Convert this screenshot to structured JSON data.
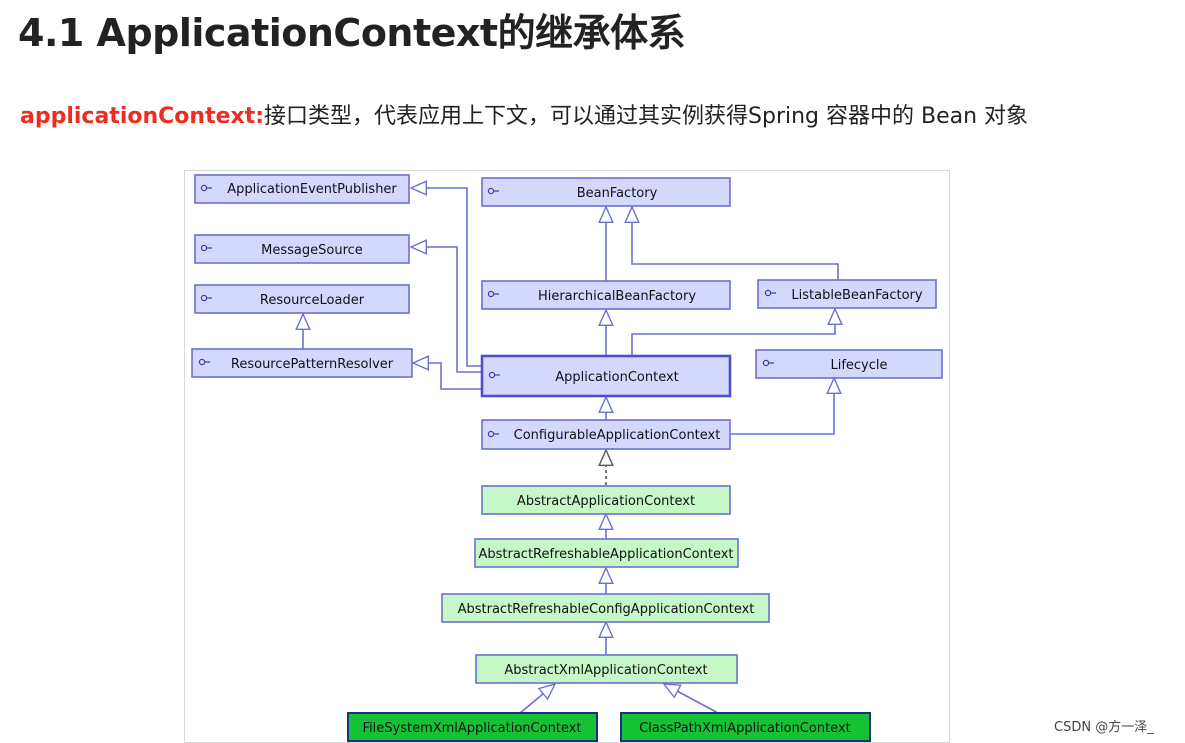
{
  "title": "4.1 ApplicationContext的继承体系",
  "description": {
    "term": "applicationContext:",
    "text": "接口类型，代表应用上下文，可以通过其实例获得Spring 容器中的 Bean 对象"
  },
  "diagram": {
    "nodes": {
      "application_event_publisher": "ApplicationEventPublisher",
      "message_source": "MessageSource",
      "resource_loader": "ResourceLoader",
      "resource_pattern_resolver": "ResourcePatternResolver",
      "bean_factory": "BeanFactory",
      "hierarchical_bean_factory": "HierarchicalBeanFactory",
      "listable_bean_factory": "ListableBeanFactory",
      "application_context": "ApplicationContext",
      "lifecycle": "Lifecycle",
      "configurable_application_context": "ConfigurableApplicationContext",
      "abstract_application_context": "AbstractApplicationContext",
      "abstract_refreshable_application_context": "AbstractRefreshableApplicationContext",
      "abstract_refreshable_config_application_context": "AbstractRefreshableConfigApplicationContext",
      "abstract_xml_application_context": "AbstractXmlApplicationContext",
      "file_system_xml_application_context": "FileSystemXmlApplicationContext",
      "class_path_xml_application_context": "ClassPathXmlApplicationContext"
    },
    "colors": {
      "interface_fill": "#d4d8ff",
      "interface_border": "#6a6fd0",
      "class_fill": "#c6f7c6",
      "class_border": "#6a6fd0",
      "leaf_fill": "#15c233",
      "edge": "#6a6fd0"
    },
    "interface_icon": "interface-circle-icon"
  },
  "watermark": "CSDN @方一泽_"
}
